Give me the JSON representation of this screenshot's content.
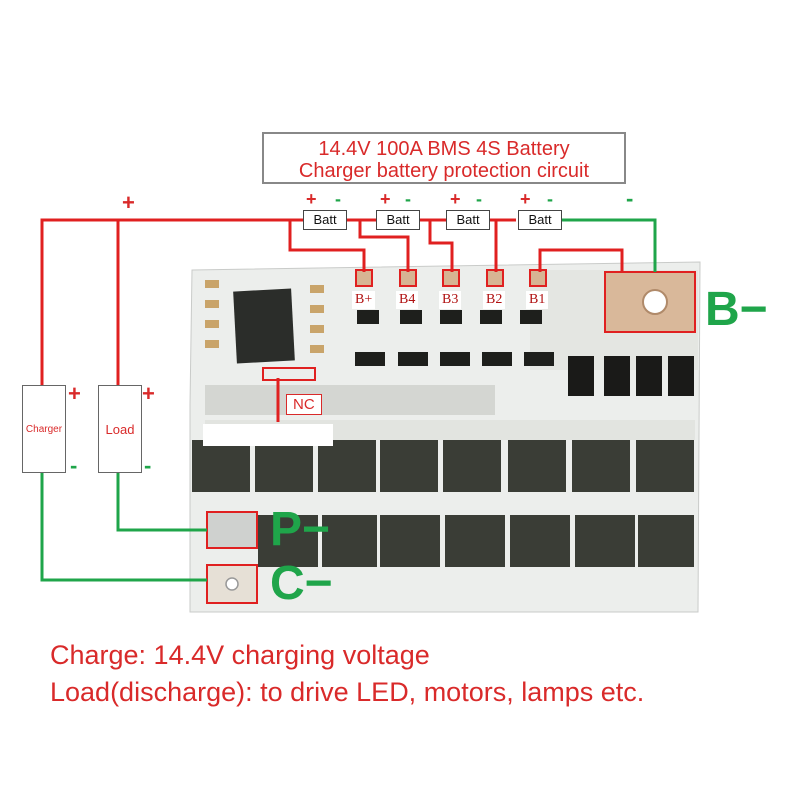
{
  "title": {
    "line1": "14.4V 100A BMS 4S Battery",
    "line2": "Charger battery protection circuit"
  },
  "batteries": [
    "Batt",
    "Batt",
    "Batt",
    "Batt"
  ],
  "battery_signs": {
    "plus": "+",
    "minus": "-"
  },
  "pads": [
    "B+",
    "B4",
    "B3",
    "B2",
    "B1"
  ],
  "terminals": {
    "b_minus": "B−",
    "p_minus": "P−",
    "c_minus": "C−"
  },
  "devices": {
    "charger": "Charger",
    "load": "Load"
  },
  "signs": {
    "plus": "+",
    "minus": "-"
  },
  "nc_label": "NC",
  "captions": {
    "charge": "Charge: 14.4V charging voltage",
    "load": "Load(discharge): to drive LED, motors, lamps etc."
  },
  "colors": {
    "positive_wire": "#e02020",
    "negative_wire": "#1fa54a",
    "board": "#eef0ee",
    "mosfet": "#3a3d36"
  }
}
